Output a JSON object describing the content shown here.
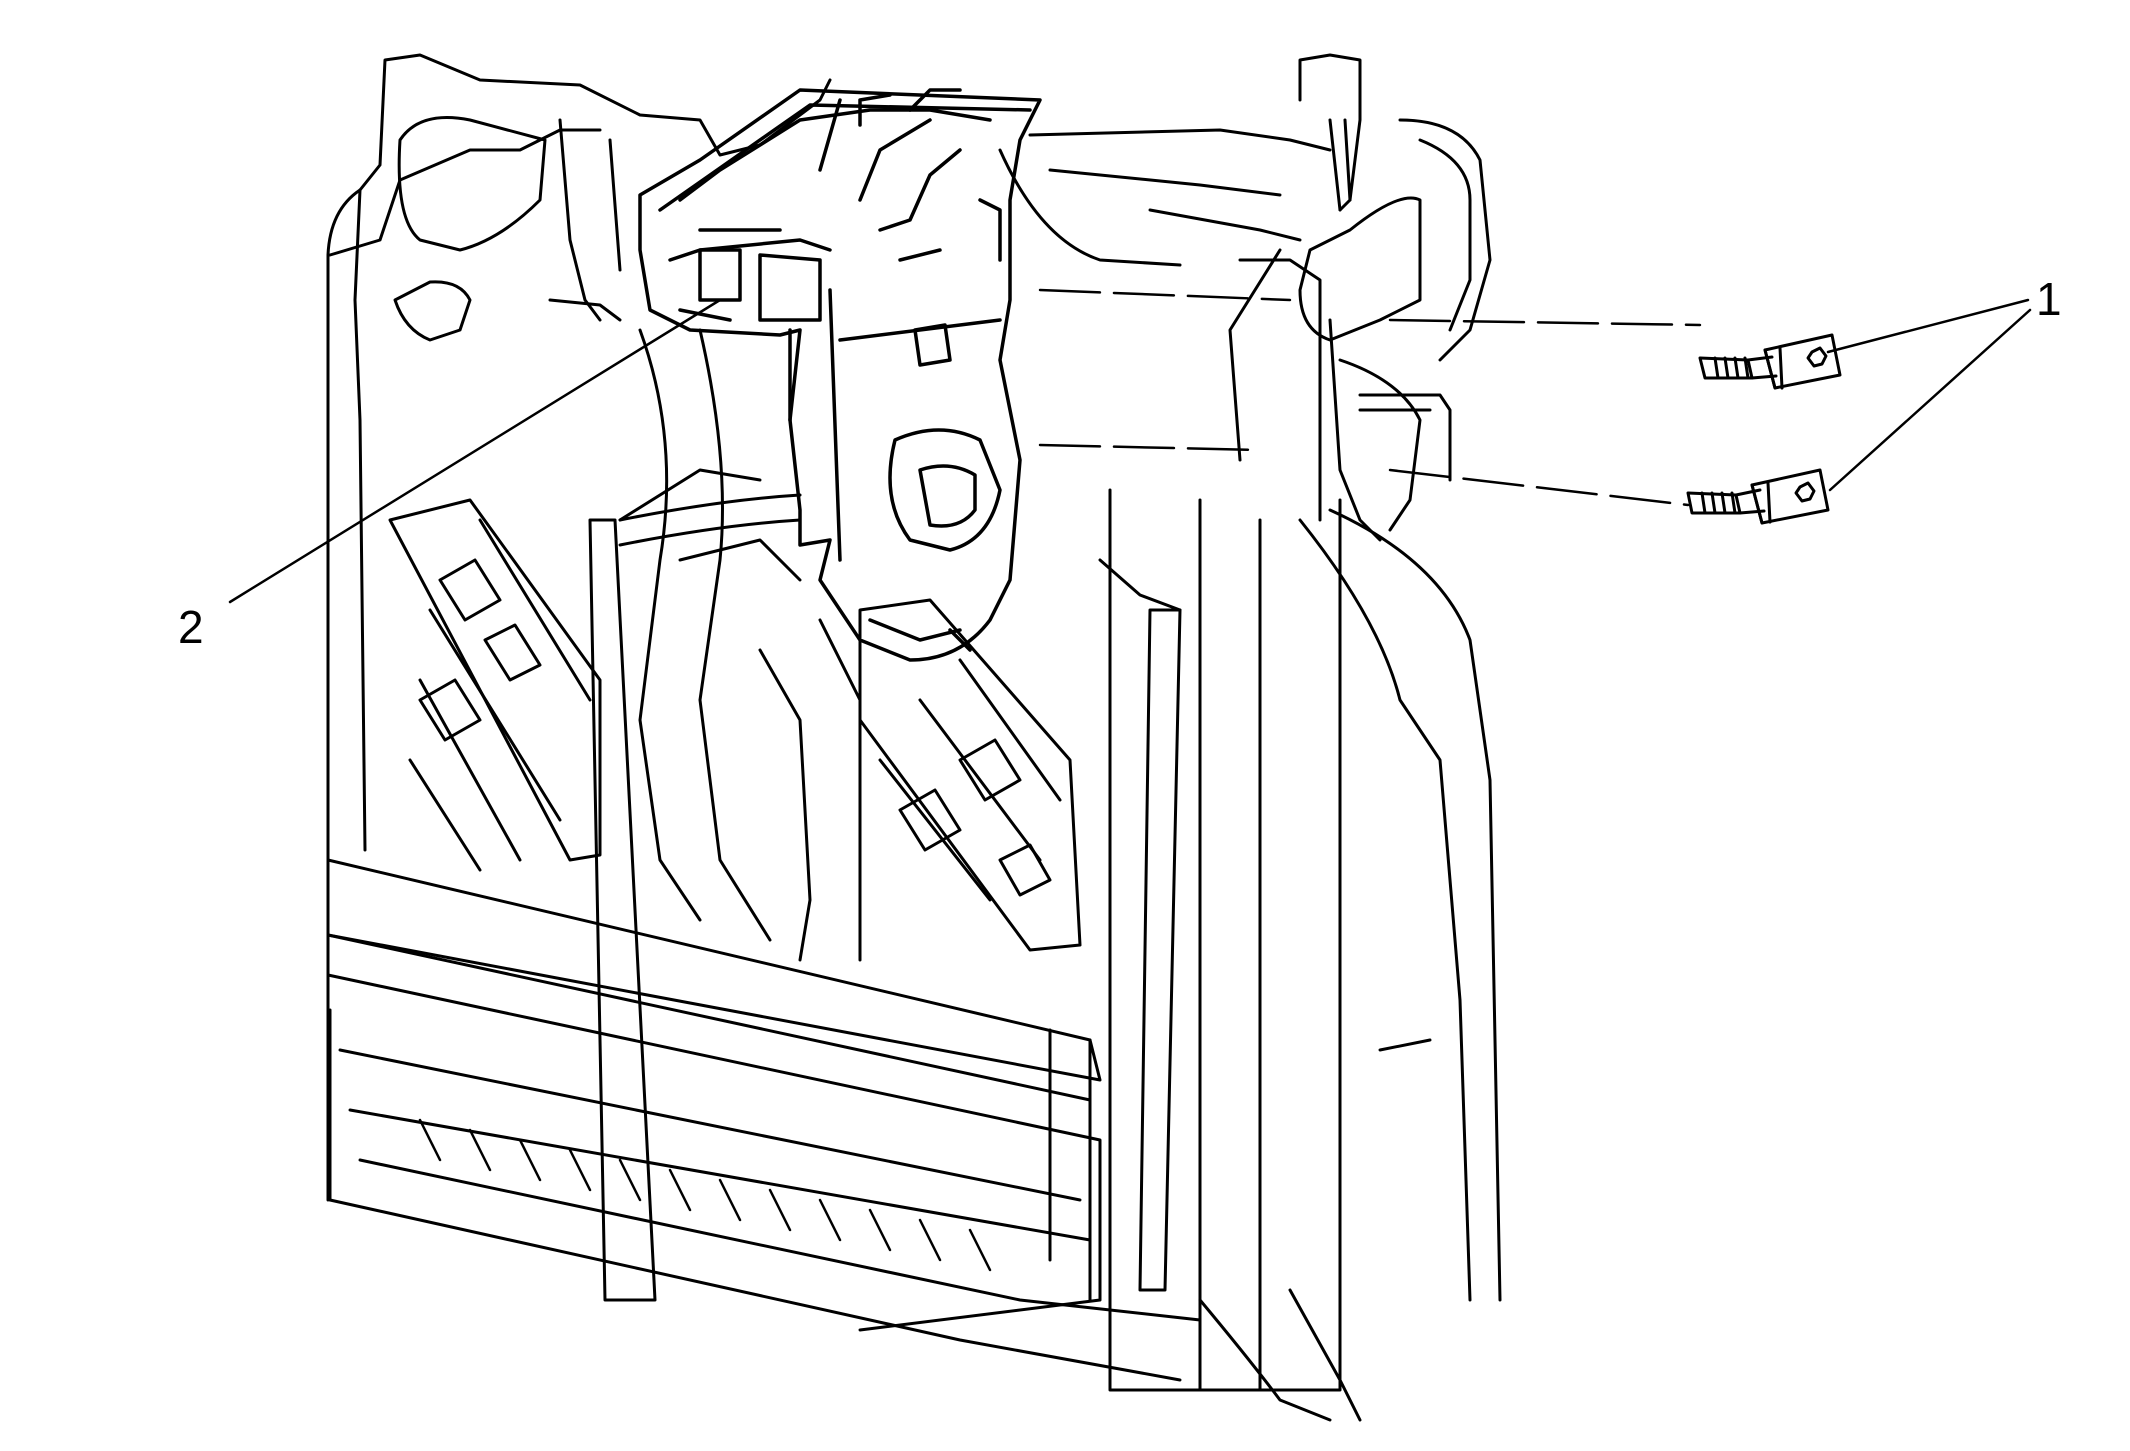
{
  "callouts": [
    {
      "id": "1",
      "text": "1"
    },
    {
      "id": "2",
      "text": "2"
    }
  ],
  "colors": {
    "line": "#000000",
    "background": "#ffffff"
  },
  "icons": {
    "bolt": "bolt-icon"
  }
}
